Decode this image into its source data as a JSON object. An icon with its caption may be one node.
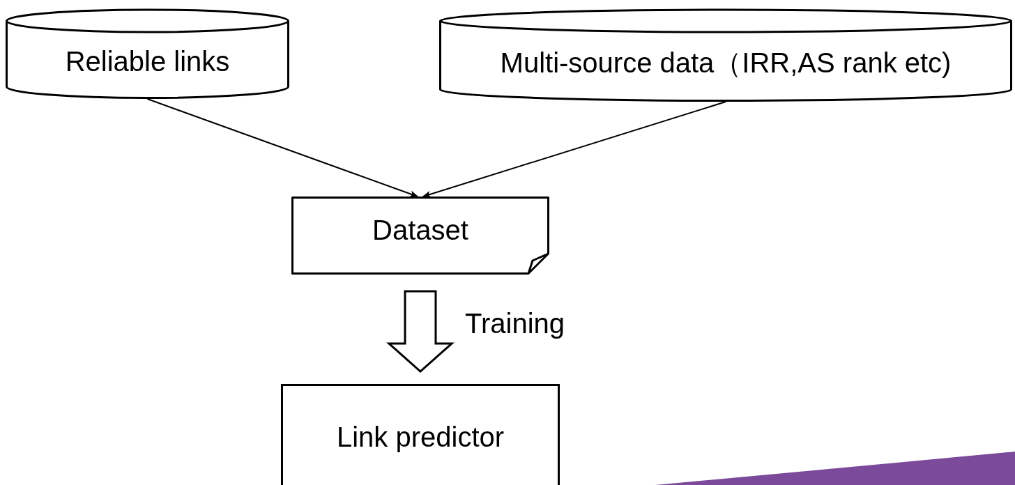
{
  "diagram": {
    "nodes": [
      {
        "text": [
          "Reliable links"
        ]
      },
      {
        "text": [
          "Multi-source data（IRR,AS rank etc)"
        ]
      },
      {
        "text": [
          "Dataset"
        ]
      },
      {
        "text": [
          "Link predictor"
        ]
      }
    ],
    "edges": [
      {
        "from": 0,
        "to": 2,
        "arrow": "to"
      },
      {
        "from": 1,
        "to": 2,
        "arrow": "to"
      },
      {
        "from": 2,
        "to": 3,
        "arrow": "to",
        "label": "Training",
        "style": "thick"
      }
    ]
  }
}
